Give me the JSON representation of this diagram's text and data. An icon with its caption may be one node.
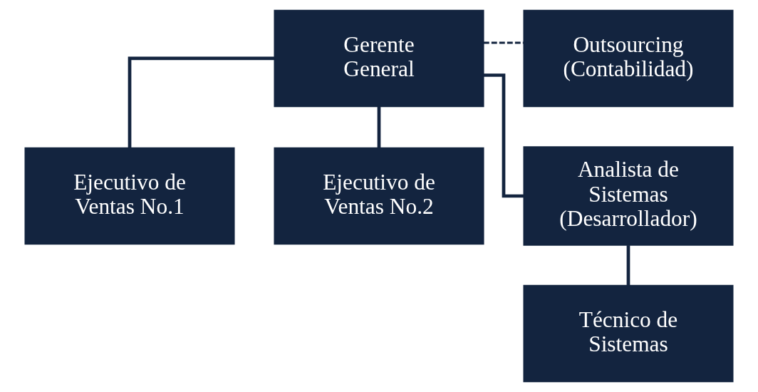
{
  "diagram": {
    "nodes": [
      {
        "text": [
          "Gerente General"
        ]
      },
      {
        "text": [
          "Outsourcing (Contabilidad)"
        ]
      },
      {
        "text": [
          "Ejecutivo de Ventas No.1"
        ]
      },
      {
        "text": [
          "Ejecutivo de Ventas No.2"
        ]
      },
      {
        "text": [
          "Analista de Sistemas (Desarrollador)"
        ]
      },
      {
        "text": [
          "Técnico de Sistemas"
        ]
      }
    ],
    "edges": [
      {
        "from": 0,
        "to": 1,
        "arrow": "none",
        "style": "dashed"
      },
      {
        "from": 0,
        "to": 2,
        "arrow": "none"
      },
      {
        "from": 0,
        "to": 3,
        "arrow": "none"
      },
      {
        "from": 0,
        "to": 4,
        "arrow": "none"
      },
      {
        "from": 4,
        "to": 5,
        "arrow": "none"
      }
    ]
  }
}
